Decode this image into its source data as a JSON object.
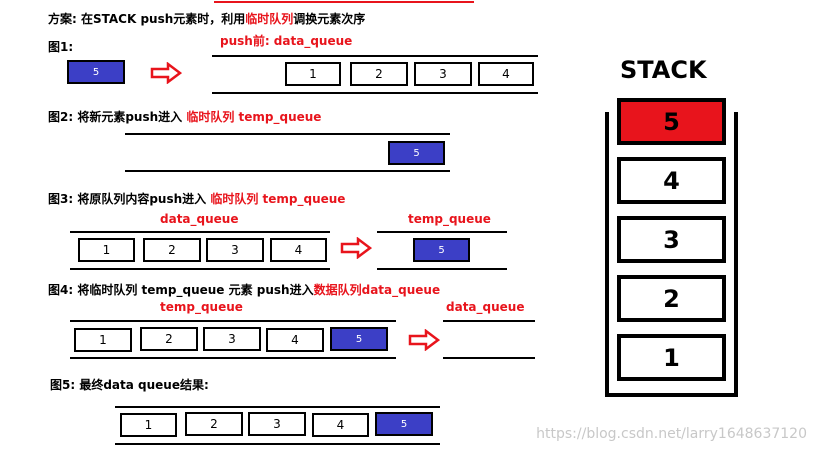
{
  "header": {
    "prefix": "方案: 在STACK push元素时，利用",
    "highlight": "临时队列",
    "suffix": "调换元素次序"
  },
  "fig1": {
    "label": "图1:",
    "caption": "push前:   data_queue",
    "new_item": "5",
    "queue": [
      "1",
      "2",
      "3",
      "4"
    ]
  },
  "fig2": {
    "prefix": "图2: 将新元素push进入 ",
    "highlight": "临时队列  temp_queue",
    "queue": [
      "5"
    ]
  },
  "fig3": {
    "prefix": "图3: 将原队列内容push进入 ",
    "highlight": "临时队列  temp_queue",
    "left_caption": "data_queue",
    "right_caption": "temp_queue",
    "left_queue": [
      "1",
      "2",
      "3",
      "4"
    ],
    "right_queue": [
      "5"
    ]
  },
  "fig4": {
    "prefix": "图4: 将临时队列 temp_queue 元素 push进入",
    "highlight": "数据队列data_queue",
    "left_caption": "temp_queue",
    "right_caption": "data_queue",
    "left_queue": [
      "1",
      "2",
      "3",
      "4",
      "5"
    ]
  },
  "fig5": {
    "label": "图5: 最终data queue结果:",
    "queue": [
      "1",
      "2",
      "3",
      "4",
      "5"
    ]
  },
  "stack": {
    "title": "STACK",
    "items": [
      "5",
      "4",
      "3",
      "2",
      "1"
    ]
  },
  "watermark": "https://blog.csdn.net/larry1648637120",
  "colors": {
    "accent_red": "#e8141c",
    "queue_blue": "#3c3fc6"
  }
}
